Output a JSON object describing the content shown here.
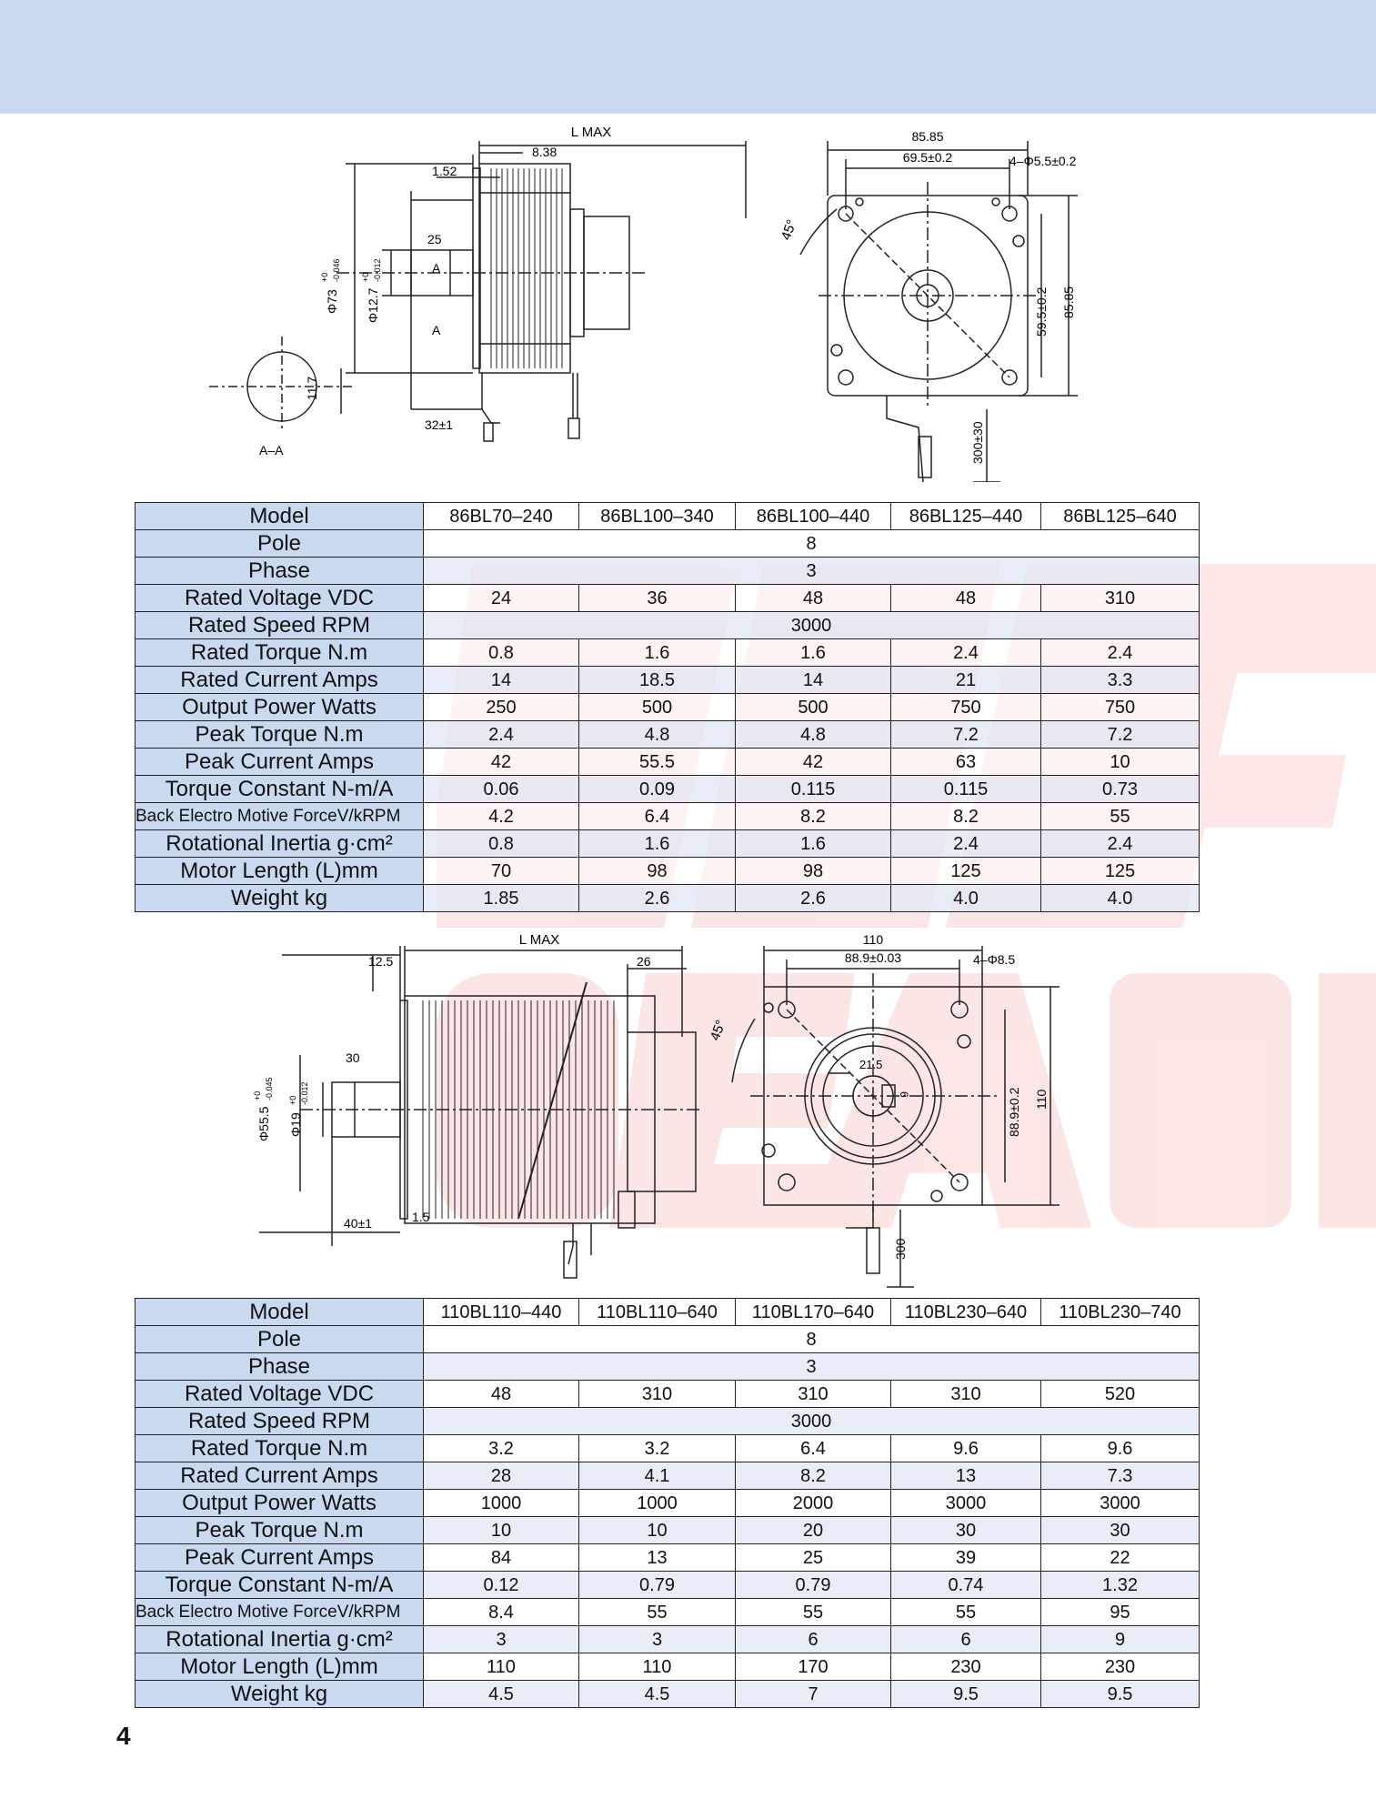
{
  "page_number": "4",
  "drawing1": {
    "l_max": "L  MAX",
    "dim_8_38": "8.38",
    "dim_1_52": "1.52",
    "dim_25": "25",
    "label_a_top": "A",
    "label_a_bottom": "A",
    "dia_73": "Φ73",
    "dia_73_tol_top": "+0",
    "dia_73_tol_bot": "-0.046",
    "dia_12_7": "Φ12.7",
    "dia_12_7_tol_top": "+0",
    "dia_12_7_tol_bot": "-0.012",
    "dim_32": "32±1",
    "section_label": "A–A",
    "dim_11_7": "11.7",
    "angle": "45°",
    "dim_85_85_top": "85.85",
    "dim_69_5": "69.5±0.2",
    "holes": "4–Φ5.5±0.2",
    "dim_59_5": "59.5±0.2",
    "dim_85_85_side": "85.85",
    "dim_300_30": "300±30"
  },
  "drawing2": {
    "l_max": "L MAX",
    "dim_12_5": "12.5",
    "dim_26": "26",
    "dim_30": "30",
    "dia_55_5": "Φ55.5",
    "dia_55_5_tol_top": "+0",
    "dia_55_5_tol_bot": "-0.045",
    "dia_19": "Φ19",
    "dia_19_tol_top": "+0",
    "dia_19_tol_bot": "-0.012",
    "dim_40": "40±1",
    "dim_1_5": "1.5",
    "angle": "45°",
    "dim_110_top": "110",
    "dim_88_9": "88.9±0.03",
    "holes": "4–Φ8.5",
    "dim_21_5": "21.5",
    "dim_6": "6",
    "dim_88_9_side": "88.9±0.2",
    "dim_110_side": "110",
    "dim_300": "300"
  },
  "table1": {
    "header_label": "Model",
    "models": [
      "86BL70–240",
      "86BL100–340",
      "86BL100–440",
      "86BL125–440",
      "86BL125–640"
    ],
    "pole_label": "Pole",
    "pole": "8",
    "phase_label": "Phase",
    "phase": "3",
    "rated_voltage_label": "Rated Voltage VDC",
    "rated_voltage": [
      "24",
      "36",
      "48",
      "48",
      "310"
    ],
    "rated_speed_label": "Rated Speed RPM",
    "rated_speed": "3000",
    "rated_torque_label": "Rated Torque N.m",
    "rated_torque": [
      "0.8",
      "1.6",
      "1.6",
      "2.4",
      "2.4"
    ],
    "rated_current_label": "Rated Current Amps",
    "rated_current": [
      "14",
      "18.5",
      "14",
      "21",
      "3.3"
    ],
    "output_power_label": "Output Power Watts",
    "output_power": [
      "250",
      "500",
      "500",
      "750",
      "750"
    ],
    "peak_torque_label": "Peak Torque N.m",
    "peak_torque": [
      "2.4",
      "4.8",
      "4.8",
      "7.2",
      "7.2"
    ],
    "peak_current_label": "Peak Current Amps",
    "peak_current": [
      "42",
      "55.5",
      "42",
      "63",
      "10"
    ],
    "torque_constant_label": "Torque Constant N-m/A",
    "torque_constant": [
      "0.06",
      "0.09",
      "0.115",
      "0.115",
      "0.73"
    ],
    "back_emf_label": "Back  Electro Motive ForceV/kRPM",
    "back_emf": [
      "4.2",
      "6.4",
      "8.2",
      "8.2",
      "55"
    ],
    "inertia_label": "Rotational Inertia g·cm²",
    "inertia": [
      "0.8",
      "1.6",
      "1.6",
      "2.4",
      "2.4"
    ],
    "length_label": "Motor Length (L)mm",
    "length": [
      "70",
      "98",
      "98",
      "125",
      "125"
    ],
    "weight_label": "Weight kg",
    "weight": [
      "1.85",
      "2.6",
      "2.6",
      "4.0",
      "4.0"
    ]
  },
  "table2": {
    "header_label": "Model",
    "models": [
      "110BL110–440",
      "110BL110–640",
      "110BL170–640",
      "110BL230–640",
      "110BL230–740"
    ],
    "pole_label": "Pole",
    "pole": "8",
    "phase_label": "Phase",
    "phase": "3",
    "rated_voltage_label": "Rated Voltage VDC",
    "rated_voltage": [
      "48",
      "310",
      "310",
      "310",
      "520"
    ],
    "rated_speed_label": "Rated Speed RPM",
    "rated_speed": "3000",
    "rated_torque_label": "Rated Torque N.m",
    "rated_torque": [
      "3.2",
      "3.2",
      "6.4",
      "9.6",
      "9.6"
    ],
    "rated_current_label": "Rated Current Amps",
    "rated_current": [
      "28",
      "4.1",
      "8.2",
      "13",
      "7.3"
    ],
    "output_power_label": "Output Power Watts",
    "output_power": [
      "1000",
      "1000",
      "2000",
      "3000",
      "3000"
    ],
    "peak_torque_label": "Peak Torque N.m",
    "peak_torque": [
      "10",
      "10",
      "20",
      "30",
      "30"
    ],
    "peak_current_label": "Peak Current Amps",
    "peak_current": [
      "84",
      "13",
      "25",
      "39",
      "22"
    ],
    "torque_constant_label": "Torque Constant N-m/A",
    "torque_constant": [
      "0.12",
      "0.79",
      "0.79",
      "0.74",
      "1.32"
    ],
    "back_emf_label": "Back  Electro Motive ForceV/kRPM",
    "back_emf": [
      "8.4",
      "55",
      "55",
      "55",
      "95"
    ],
    "inertia_label": "Rotational Inertia g·cm²",
    "inertia": [
      "3",
      "3",
      "6",
      "6",
      "9"
    ],
    "length_label": "Motor Length (L)mm",
    "length": [
      "110",
      "110",
      "170",
      "230",
      "230"
    ],
    "weight_label": "Weight kg",
    "weight": [
      "4.5",
      "4.5",
      "7",
      "9.5",
      "9.5"
    ]
  },
  "colors": {
    "band": "#c9daf0",
    "label_cell": "#c9daf0",
    "watermark": "#e8413c"
  }
}
